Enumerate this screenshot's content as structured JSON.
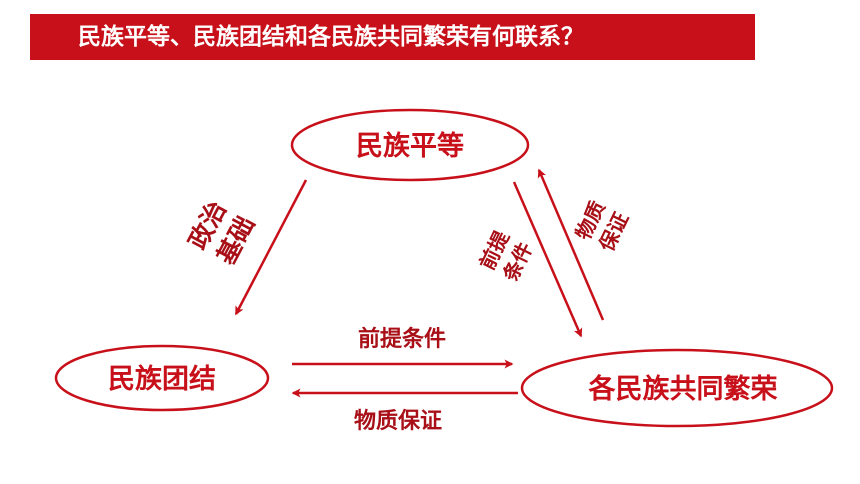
{
  "title": "民族平等、民族团结和各民族共同繁荣有何联系？",
  "nodes": {
    "equality": "民族平等",
    "unity": "民族团结",
    "prosperity": "各民族共同繁荣"
  },
  "edges": {
    "political_basis": [
      "政治",
      "基础"
    ],
    "precondition_right": [
      "前提",
      "条件"
    ],
    "material_guarantee_right": [
      "物质",
      "保证"
    ],
    "precondition_bottom": "前提条件",
    "material_guarantee_bottom": "物质保证"
  },
  "colors": {
    "accent": "#c8101a",
    "edge_text": "#a80f17",
    "background": "#ffffff"
  }
}
